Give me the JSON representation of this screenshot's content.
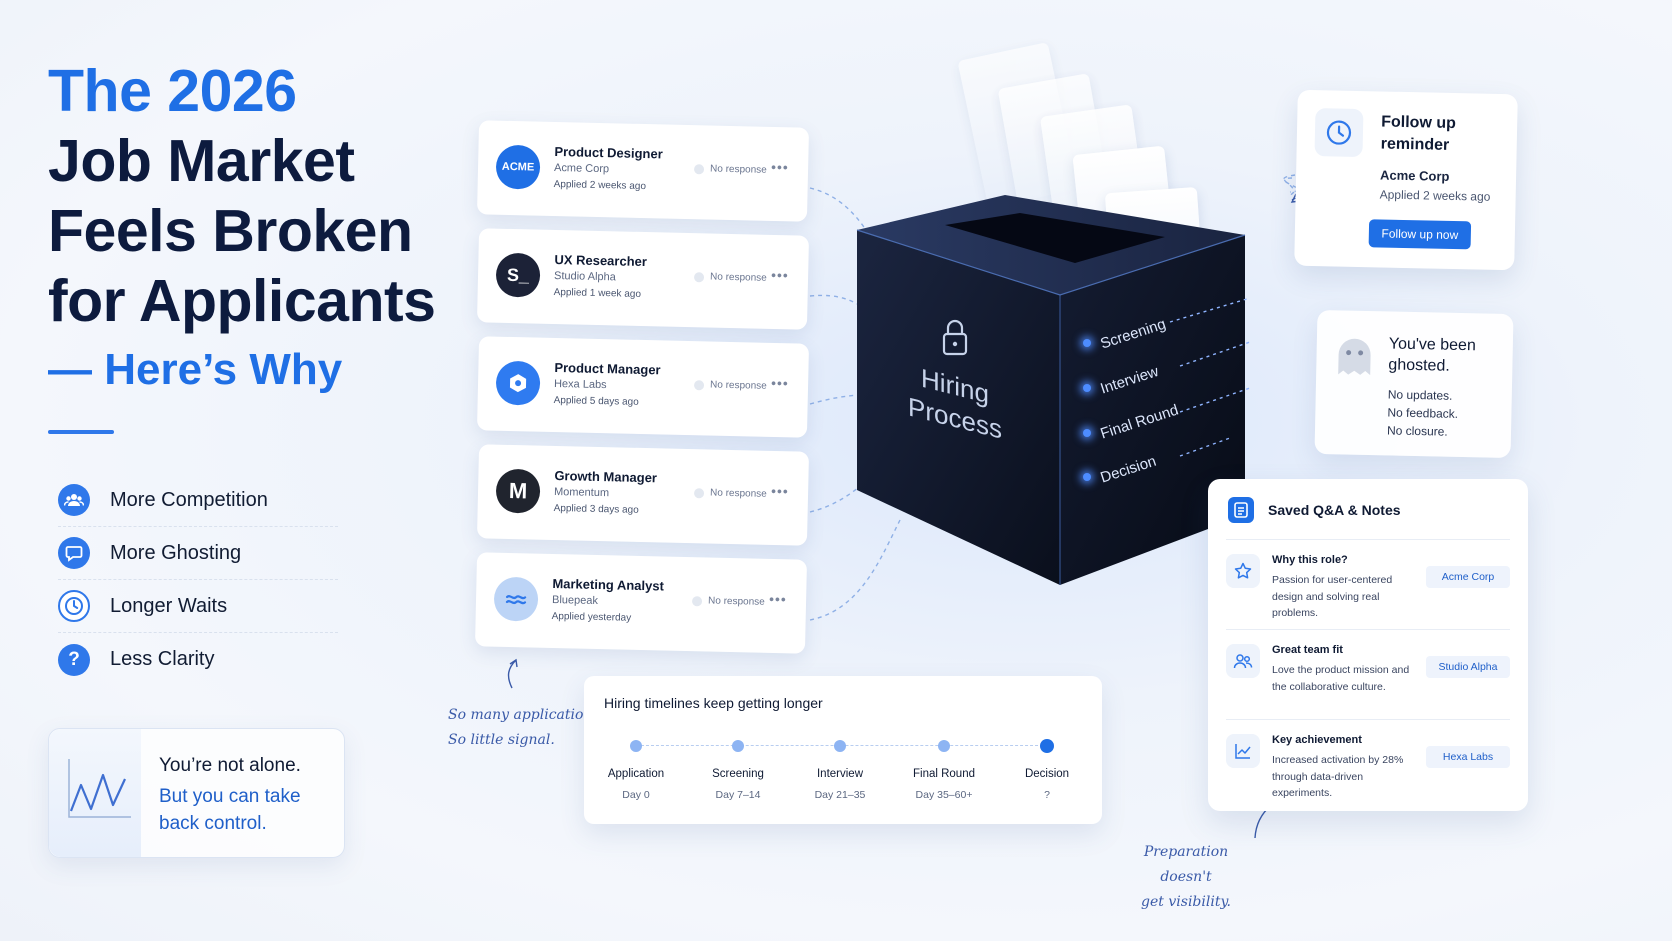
{
  "headline": {
    "line1": "The 2026",
    "line2": "Job Market",
    "line3": "Feels Broken",
    "line4": "for Applicants",
    "subline": "— Here’s Why"
  },
  "reasons": [
    {
      "label": "More Competition",
      "icon": "people-icon"
    },
    {
      "label": "More Ghosting",
      "icon": "chat-bubble-icon"
    },
    {
      "label": "Longer Waits",
      "icon": "clock-icon"
    },
    {
      "label": "Less Clarity",
      "icon": "question-icon"
    }
  ],
  "alone_card": {
    "line1": "You’re not alone.",
    "line2": "But you can take back control."
  },
  "applications": [
    {
      "title": "Product Designer",
      "company": "Acme Corp",
      "applied": "Applied 2 weeks ago",
      "status": "No response",
      "logo_text": "ACME",
      "logo_color": "#1f6fe5"
    },
    {
      "title": "UX Researcher",
      "company": "Studio Alpha",
      "applied": "Applied 1 week ago",
      "status": "No response",
      "logo_text": "S_",
      "logo_color": "#1c2237"
    },
    {
      "title": "Product Manager",
      "company": "Hexa Labs",
      "applied": "Applied 5 days ago",
      "status": "No response",
      "logo_text": "",
      "logo_color": "#2f7bf0"
    },
    {
      "title": "Growth Manager",
      "company": "Momentum",
      "applied": "Applied 3 days ago",
      "status": "No response",
      "logo_text": "M",
      "logo_color": "#20242e"
    },
    {
      "title": "Marketing Analyst",
      "company": "Bluepeak",
      "applied": "Applied yesterday",
      "status": "No response",
      "logo_text": "",
      "logo_color": "#bcd4f6"
    }
  ],
  "note_applications": {
    "line1": "So many applications.",
    "line2": "So little signal."
  },
  "hiring_box": {
    "title_line1": "Hiring",
    "title_line2": "Process",
    "stages": [
      "Screening",
      "Interview",
      "Final Round",
      "Decision"
    ]
  },
  "reminder": {
    "title": "Follow up reminder",
    "company": "Acme Corp",
    "applied": "Applied 2 weeks ago",
    "button": "Follow up now"
  },
  "ghosted": {
    "title": "You've been ghosted.",
    "lines": [
      "No updates.",
      "No feedback.",
      "No closure."
    ]
  },
  "qa": {
    "title": "Saved Q&A & Notes",
    "items": [
      {
        "question": "Why this role?",
        "answer": "Passion for user-centered design and solving real problems.",
        "tag": "Acme Corp",
        "icon": "star-icon"
      },
      {
        "question": "Great team fit",
        "answer": "Love the product mission and the collaborative culture.",
        "tag": "Studio Alpha",
        "icon": "team-icon"
      },
      {
        "question": "Key achievement",
        "answer": "Increased activation by 28% through data-driven experiments.",
        "tag": "Hexa Labs",
        "icon": "trend-icon"
      }
    ]
  },
  "note_preparation": {
    "line1": "Preparation doesn't",
    "line2": "get visibility."
  },
  "timeline": {
    "title": "Hiring timelines keep getting longer",
    "stages": [
      {
        "name": "Application",
        "time": "Day 0"
      },
      {
        "name": "Screening",
        "time": "Day 7–14"
      },
      {
        "name": "Interview",
        "time": "Day 21–35"
      },
      {
        "name": "Final Round",
        "time": "Day 35–60+"
      },
      {
        "name": "Decision",
        "time": "?"
      }
    ]
  },
  "colors": {
    "accent": "#1f6fe5",
    "heading": "#0d1b3e",
    "box_dark": "#0e1526"
  }
}
